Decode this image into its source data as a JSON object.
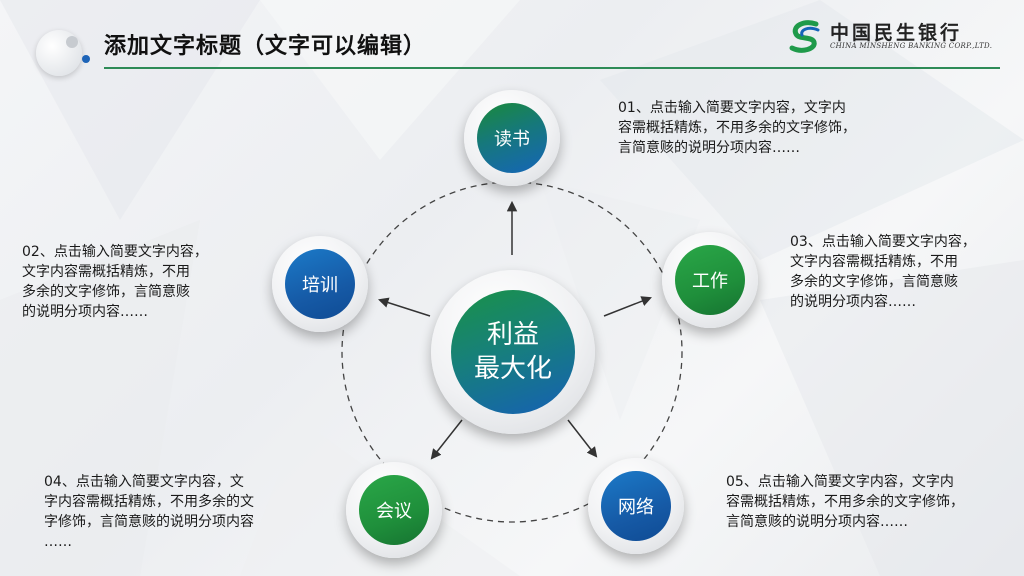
{
  "header": {
    "title": "添加文字标题（文字可以编辑）",
    "logo_cn": "中国民生银行",
    "logo_en": "CHINA MINSHENG BANKING CORP.,LTD."
  },
  "center": {
    "line1": "利益",
    "line2": "最大化"
  },
  "nodes": [
    {
      "label": "读书"
    },
    {
      "label": "培训"
    },
    {
      "label": "工作"
    },
    {
      "label": "会议"
    },
    {
      "label": "网络"
    }
  ],
  "descriptions": [
    {
      "lines": [
        "01、点击输入简要文字内容，文字内",
        "容需概括精炼，不用多余的文字修饰，",
        "言简意赅的说明分项内容……"
      ]
    },
    {
      "lines": [
        "02、点击输入简要文字内容，",
        "文字内容需概括精炼，不用",
        "多余的文字修饰，言简意赅",
        "的说明分项内容……"
      ]
    },
    {
      "lines": [
        "03、点击输入简要文字内容，",
        "文字内容需概括精炼，不用",
        "多余的文字修饰，言简意赅",
        "的说明分项内容……"
      ]
    },
    {
      "lines": [
        "04、点击输入简要文字内容，文",
        "字内容需概括精炼，不用多余的文",
        "字修饰，言简意赅的说明分项内容",
        "……"
      ]
    },
    {
      "lines": [
        "05、点击输入简要文字内容，文字内",
        "容需概括精炼，不用多余的文字修饰，",
        "言简意赅的说明分项内容……"
      ]
    }
  ],
  "colors": {
    "accent_green": "#2e8b57",
    "accent_blue": "#1565b8"
  }
}
